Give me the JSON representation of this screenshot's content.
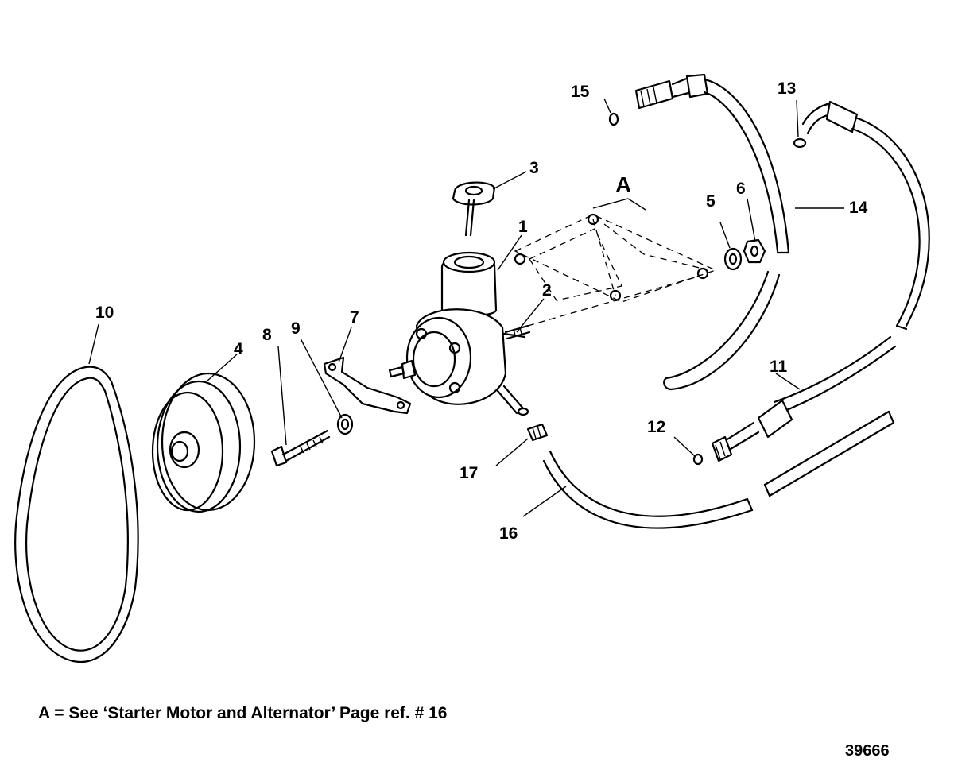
{
  "callouts": {
    "c1": "1",
    "c2": "2",
    "c3": "3",
    "c4": "4",
    "c5": "5",
    "c6": "6",
    "c7": "7",
    "c8": "8",
    "c9": "9",
    "c10": "10",
    "c11": "11",
    "c12": "12",
    "c13": "13",
    "c14": "14",
    "c15": "15",
    "c16": "16",
    "c17": "17",
    "cA": "A"
  },
  "footnote": "A =  See ‘Starter Motor and Alternator’ Page ref. # 16",
  "drawing_number": "39666"
}
